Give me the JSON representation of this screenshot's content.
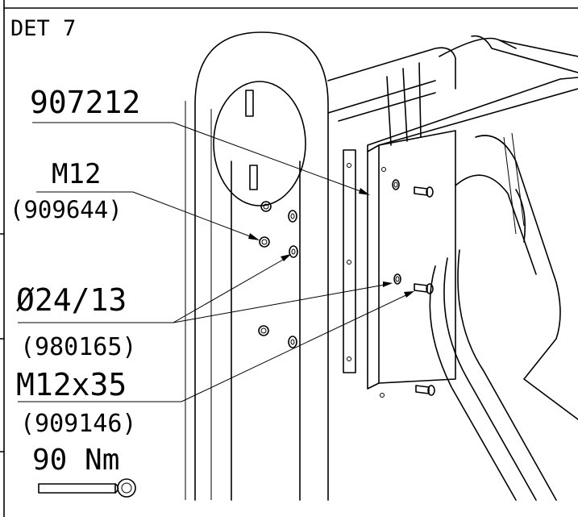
{
  "detail": {
    "title": "DET 7"
  },
  "callouts": {
    "part_907212": "907212",
    "nut_size": "M12",
    "nut_part": "(909644)",
    "washer_size": "Ø24/13",
    "washer_part": "(980165)",
    "bolt_size": "M12x35",
    "bolt_part": "(909146)",
    "torque": "90 Nm"
  },
  "icons": {
    "torque_wrench": "torque-wrench-icon"
  }
}
